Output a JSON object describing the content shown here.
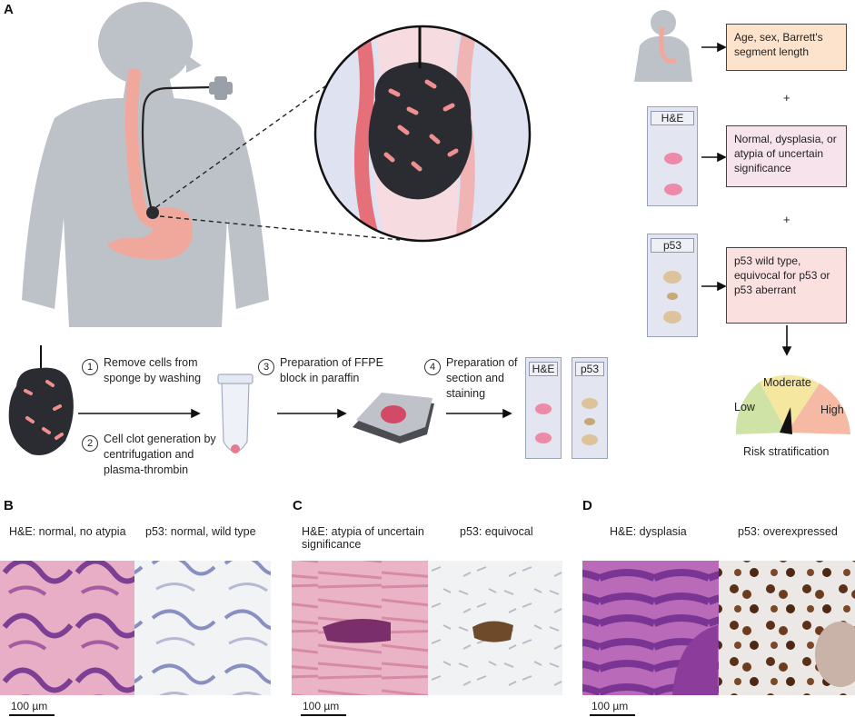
{
  "panels": {
    "a": "A",
    "b": "B",
    "c": "C",
    "d": "D"
  },
  "risk_inputs": {
    "demographics": "Age, sex, Barrett's segment length",
    "he": "Normal, dysplasia, or atypia of uncertain significance",
    "p53": "p53 wild type, equivocal for p53 or p53 aberrant",
    "plus": "+"
  },
  "slides": {
    "he": "H&E",
    "p53": "p53"
  },
  "steps": {
    "s1_num": "1",
    "s1": "Remove cells from sponge by washing",
    "s2_num": "2",
    "s2": "Cell clot generation by centrifugation and plasma-thrombin",
    "s3_num": "3",
    "s3": "Preparation of FFPE block in paraffin",
    "s4_num": "4",
    "s4": "Preparation of section and staining"
  },
  "gauge": {
    "low": "Low",
    "moderate": "Moderate",
    "high": "High",
    "caption": "Risk stratification"
  },
  "histology": {
    "b_he": "H&E: normal, no atypia",
    "b_p53": "p53: normal, wild type",
    "c_he": "H&E: atypia of uncertain significance",
    "c_p53": "p53: equivocal",
    "d_he": "H&E: dysplasia",
    "d_p53": "p53: overexpressed",
    "scale": "100 µm"
  },
  "colors": {
    "body": "#bdc2c9",
    "stomach": "#f0a89c",
    "sponge": "#2b2c31",
    "low": "#cfe3a6",
    "moderate": "#f6e7a0",
    "high": "#f6b9a4",
    "box_demo": "#fde3cc",
    "box_he": "#f6e3ec",
    "box_p53": "#fbe0e0"
  }
}
